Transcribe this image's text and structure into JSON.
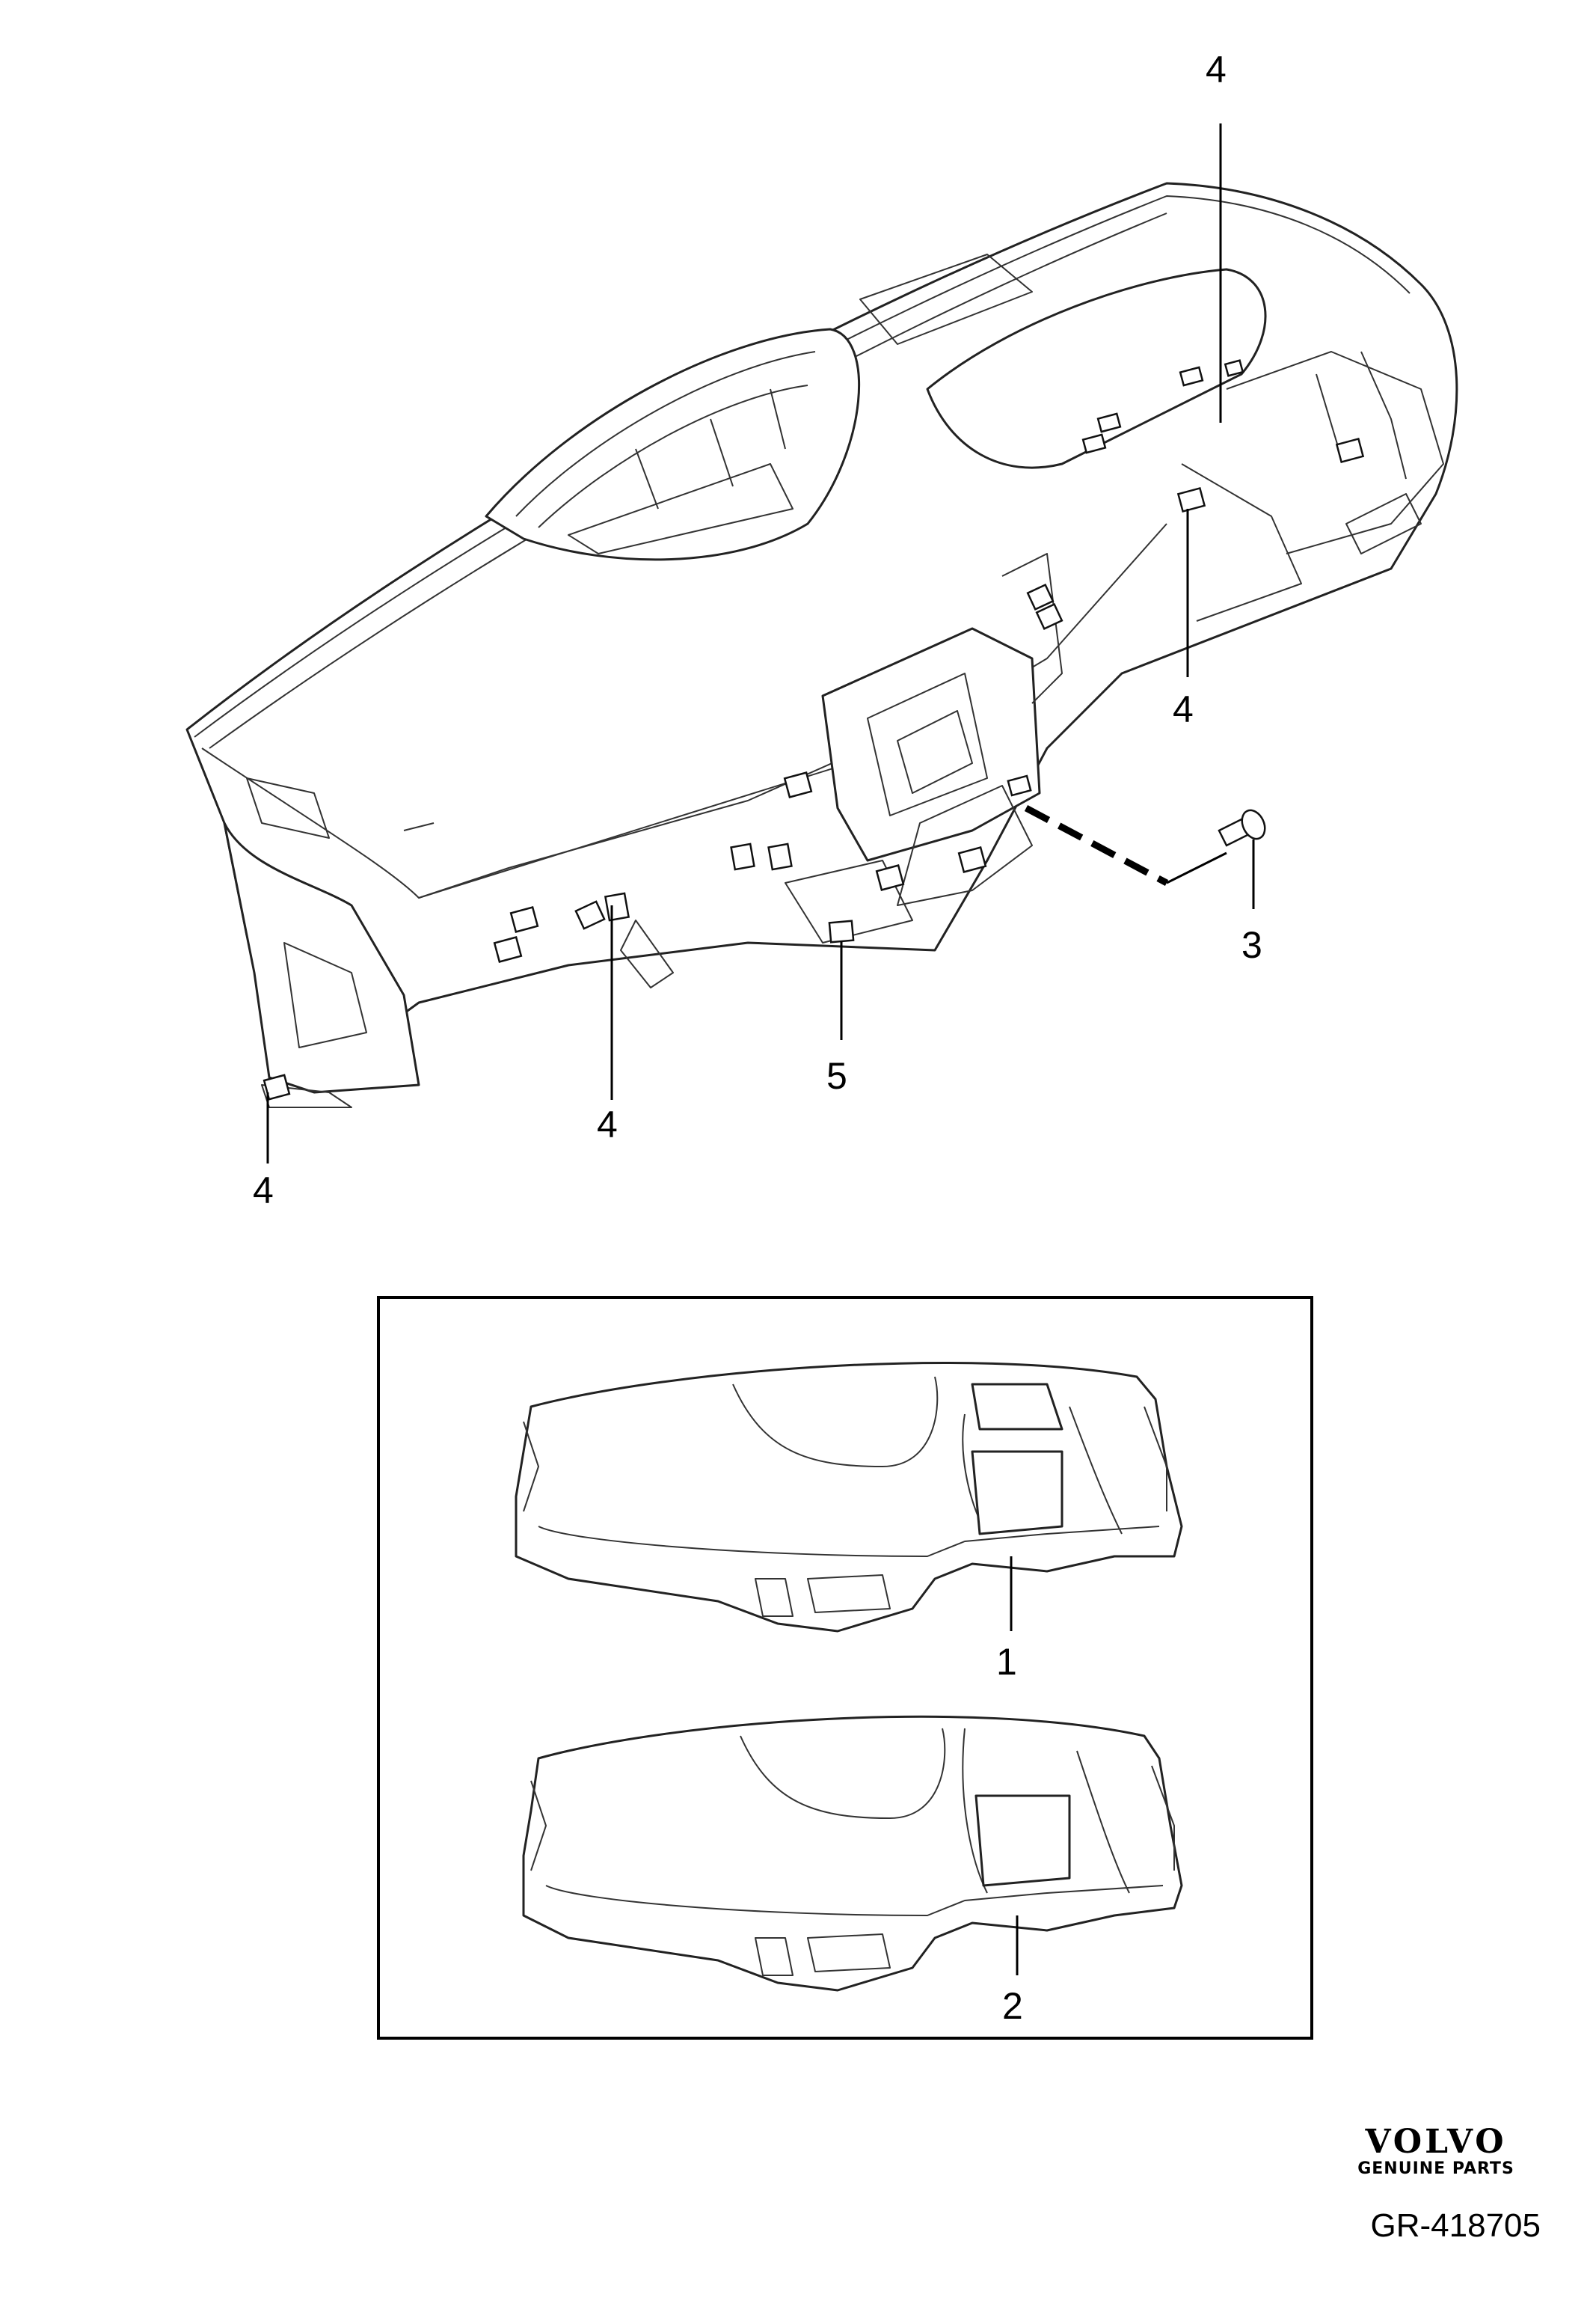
{
  "callouts": {
    "c4_top_right": "4",
    "c4_right_mid": "4",
    "c4_center": "4",
    "c4_left": "4",
    "c3": "3",
    "c5": "5",
    "c1": "1",
    "c2": "2"
  },
  "brand": {
    "name": "VOLVO",
    "tagline": "GENUINE PARTS"
  },
  "reference_code": "GR-418705"
}
